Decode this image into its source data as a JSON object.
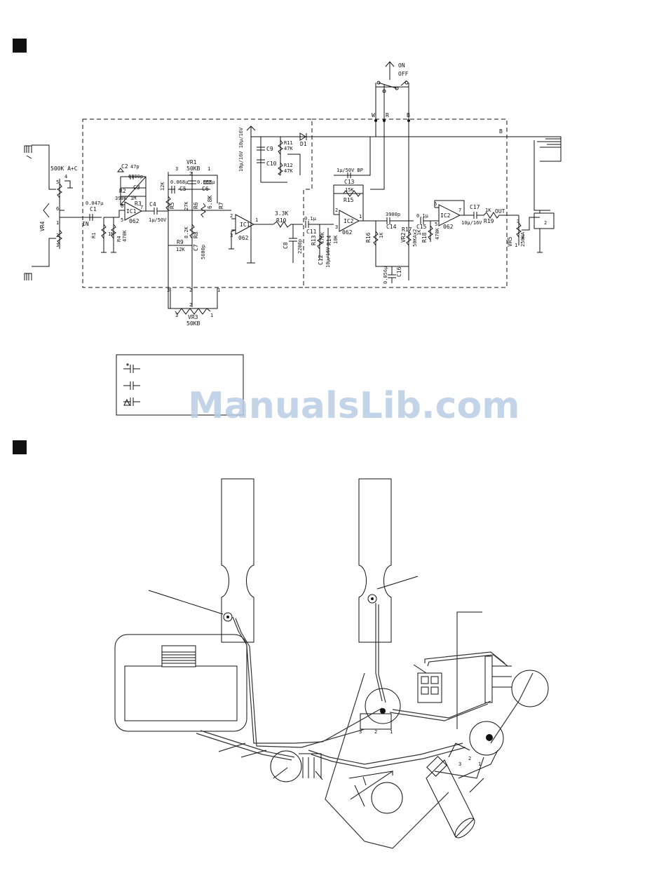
{
  "watermark": "ManualsLib.com",
  "schematic": {
    "switch": {
      "on": "ON",
      "off": "OFF"
    },
    "nodes": {
      "w": "W",
      "r": "R",
      "b": "B",
      "b2": "B",
      "in": "IN",
      "out": "OUT"
    },
    "vr4": {
      "name": "VR4",
      "value": "500K A+C",
      "pins": [
        "5",
        "4",
        "6",
        "1",
        "2",
        "3"
      ]
    },
    "c1": {
      "name": "C1",
      "value": "0.047μ"
    },
    "r1": {
      "name": "R1",
      "value": "1M"
    },
    "r4": {
      "name": "R4",
      "value": "470K"
    },
    "c2": {
      "name": "C2",
      "value": "47p"
    },
    "c3": {
      "name": "C3",
      "value": "6800p"
    },
    "r2": {
      "name": "R2",
      "value": "390K"
    },
    "r3": {
      "name": "R3",
      "value": "1M"
    },
    "ic1a": {
      "name": "IC1",
      "value": "062",
      "pins": [
        "6",
        "5",
        "7"
      ]
    },
    "c4": {
      "name": "C4",
      "value": "1μ/50V"
    },
    "r5": {
      "name": "R5",
      "value": "12K"
    },
    "vr1": {
      "name": "VR1",
      "value": "50KB",
      "pins": [
        "3",
        "2",
        "1"
      ]
    },
    "c5": {
      "name": "C5",
      "value": "0.068μ"
    },
    "c6": {
      "name": "C6",
      "value": "0.068μ"
    },
    "r6": {
      "name": "R6",
      "value": "27K"
    },
    "r7": {
      "name": "R7",
      "value": "6.8K"
    },
    "r8": {
      "name": "R8",
      "value": "8.2K"
    },
    "r9": {
      "name": "R9",
      "value": "12K"
    },
    "c7": {
      "name": "C7",
      "value": "5600p"
    },
    "ic1b": {
      "name": "IC1",
      "value": "062",
      "pins": [
        "2",
        "3",
        "1"
      ]
    },
    "vr3": {
      "name": "VR3",
      "value": "50KB",
      "pins": [
        "3",
        "2",
        "1"
      ]
    },
    "c9c10": {
      "c9": "C9",
      "c10": "C10",
      "caps": "10μ/16V 10μ/16V"
    },
    "r11": {
      "name": "R11",
      "value": "47K"
    },
    "r12": {
      "name": "R12",
      "value": "47K"
    },
    "d1": {
      "name": "D1"
    },
    "r10": {
      "name": "R10",
      "value": "3.3K"
    },
    "c8": {
      "name": "C8",
      "value": "2200p"
    },
    "c11": {
      "name": "C11",
      "value": "0.1μ"
    },
    "r13": {
      "name": "R13",
      "value": "470K"
    },
    "r14": {
      "name": "R14",
      "value": "10K"
    },
    "c12": {
      "name": "C12",
      "value": "10μ/16V"
    },
    "c13": {
      "name": "C13",
      "value": "1μ/50V BP"
    },
    "r15": {
      "name": "R15",
      "value": "15K"
    },
    "ic2a": {
      "name": "IC2",
      "value": "062",
      "pins": [
        "2",
        "3",
        "1"
      ]
    },
    "r16": {
      "name": "R16",
      "value": "1K"
    },
    "c14": {
      "name": "C14",
      "value": "3900p"
    },
    "vr2": {
      "name": "VR2",
      "value": "50KAx2"
    },
    "r17": {
      "name": "R17",
      "value": "1K"
    },
    "c16": {
      "name": "C16",
      "value": "0.056μ"
    },
    "c15": {
      "name": "C15",
      "value": "0.1μ"
    },
    "r18": {
      "name": "R18",
      "value": "470K"
    },
    "ic2b": {
      "name": "IC2",
      "value": "062",
      "pins": [
        "6",
        "5",
        "7"
      ]
    },
    "c17": {
      "name": "C17",
      "value": "10μ/16V"
    },
    "r19": {
      "name": "R19",
      "value": "1K"
    },
    "vr5": {
      "name": "VR5",
      "value": "250KA",
      "pins": [
        "3",
        "2",
        "1"
      ]
    },
    "jack": {
      "pin": "2"
    }
  },
  "wiring": {
    "pot_pins": [
      "3",
      "2",
      "1"
    ],
    "jack_pins": [
      "3",
      "2",
      "1"
    ]
  },
  "colors": {
    "ink": "#111111",
    "watermark": "#b9cde6"
  }
}
